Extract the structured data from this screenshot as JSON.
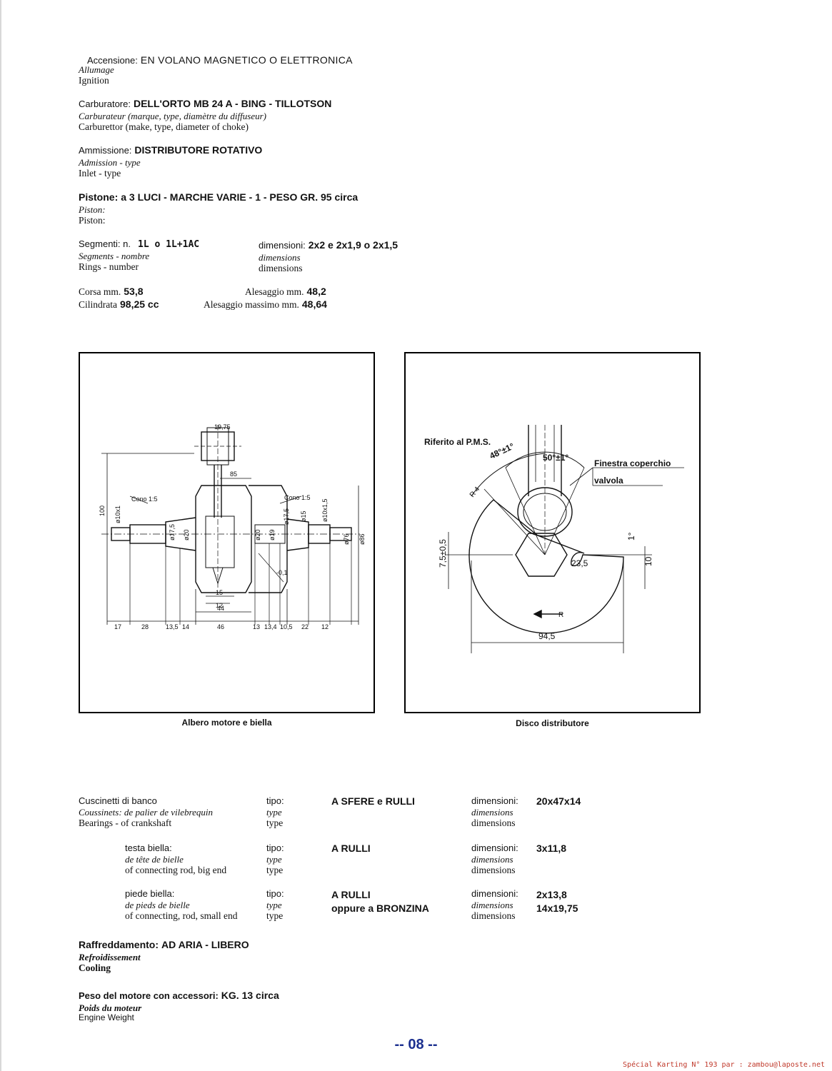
{
  "ignition": {
    "label": "Accensione:",
    "value": "EN VOLANO MAGNETICO O ELETTRONICA",
    "fr": "Allumage",
    "en": "Ignition"
  },
  "carburettor": {
    "label": "Carburatore:",
    "value": "DELL'ORTO MB 24 A - BING - TILLOTSON",
    "fr": "Carburateur (marque, type, diamètre du diffuseur)",
    "en": "Carburettor (make, type, diameter of choke)"
  },
  "inlet": {
    "label": "Ammissione:",
    "value": "DISTRIBUTORE ROTATIVO",
    "fr": "Admission - type",
    "en": "Inlet - type"
  },
  "piston": {
    "label": "Pistone:",
    "value": "a 3 LUCI - MARCHE VARIE - 1 - PESO GR. 95 circa",
    "fr": "Piston:",
    "en": "Piston:"
  },
  "rings": {
    "label": "Segmenti: n.",
    "value": "1L o 1L+1AC",
    "fr": "Segments - nombre",
    "en": "Rings - number",
    "dim_label": "dimensioni:",
    "dim_value": "2x2 e 2x1,9 o 2x1,5",
    "dim_fr": "dimensions",
    "dim_en": "dimensions"
  },
  "stroke": {
    "label": "Corsa mm.",
    "value": "53,8"
  },
  "bore": {
    "label": "Alesaggio mm.",
    "value": "48,2"
  },
  "displacement": {
    "label": "Cilindrata",
    "value": "98,25 cc"
  },
  "max_bore": {
    "label": "Alesaggio massimo mm.",
    "value": "48,64"
  },
  "figures": {
    "crankshaft": {
      "caption": "Albero motore e biella",
      "labels": {
        "cone_left": "Cono 1:5",
        "cone_right": "Cono 1:5",
        "dim_100": "100",
        "dim_1975": "19,75",
        "dim_85": "85",
        "dim_44": "44",
        "dim_46": "46",
        "dim_15": "15",
        "dim_12": "12",
        "dia_10x1": "ø10x1",
        "dia_175a": "ø17,5",
        "dia_20a": "ø20",
        "dia_20b": "ø20",
        "dia_19": "ø19",
        "dia_175b": "ø17,5",
        "dia_15": "ø15",
        "dia_10x15": "ø10x1,5",
        "dia_76": "ø76",
        "dia_86": "ø86",
        "tol": "-0,1",
        "bottom_dims": [
          "17",
          "28",
          "13,5",
          "14",
          "13",
          "13,4",
          "10,5",
          "22",
          "12"
        ]
      }
    },
    "disc": {
      "caption": "Disco distributore",
      "labels": {
        "ref": "Riferito al P.M.S.",
        "angle_48": "48°±1°",
        "angle_50": "50°±1°",
        "window": "Finestra coperchio",
        "valve": "valvola",
        "r_dim": "R 4",
        "dim_75": "7,5±0,5",
        "dim_1": "1°",
        "dim_10": "10",
        "dim_235": "23,5",
        "dim_945": "94,5",
        "arrow_r": "R"
      }
    }
  },
  "bearings": {
    "main": {
      "label": "Cuscinetti di banco",
      "fr": "Coussinets: de palier de vilebrequin",
      "en": "Bearings - of crankshaft",
      "type_label": "tipo:",
      "type_fr": "type",
      "type_en": "type",
      "type_value": "A SFERE e RULLI",
      "dim_label": "dimensioni:",
      "dim_fr": "dimensions",
      "dim_en": "dimensions",
      "dim_value": "20x47x14"
    },
    "big_end": {
      "label": "testa biella:",
      "fr": "de tête de bielle",
      "en": "of connecting rod, big end",
      "type_label": "tipo:",
      "type_fr": "type",
      "type_en": "type",
      "type_value": "A RULLI",
      "dim_label": "dimensioni:",
      "dim_fr": "dimensions",
      "dim_en": "dimensions",
      "dim_value": "3x11,8"
    },
    "small_end": {
      "label": "piede biella:",
      "fr": "de pieds de bielle",
      "en": "of connecting, rod, small end",
      "type_label": "tipo:",
      "type_fr": "type",
      "type_en": "type",
      "type_value_1": "A RULLI",
      "type_value_2": "oppure a BRONZINA",
      "dim_label": "dimensioni:",
      "dim_fr": "dimensions",
      "dim_en": "dimensions",
      "dim_value_1": "2x13,8",
      "dim_value_2": "14x19,75"
    }
  },
  "cooling": {
    "label": "Raffreddamento:",
    "value": "AD ARIA - LIBERO",
    "fr": "Refroidissement",
    "en": "Cooling"
  },
  "weight": {
    "label": "Peso del motore con accessori:",
    "value": "KG. 13 circa",
    "fr": "Poids du moteur",
    "en": "Engine Weight"
  },
  "page_number": "-- 08 --",
  "footer": "Spécial Karting N° 193 par :  zambou@laposte.net"
}
